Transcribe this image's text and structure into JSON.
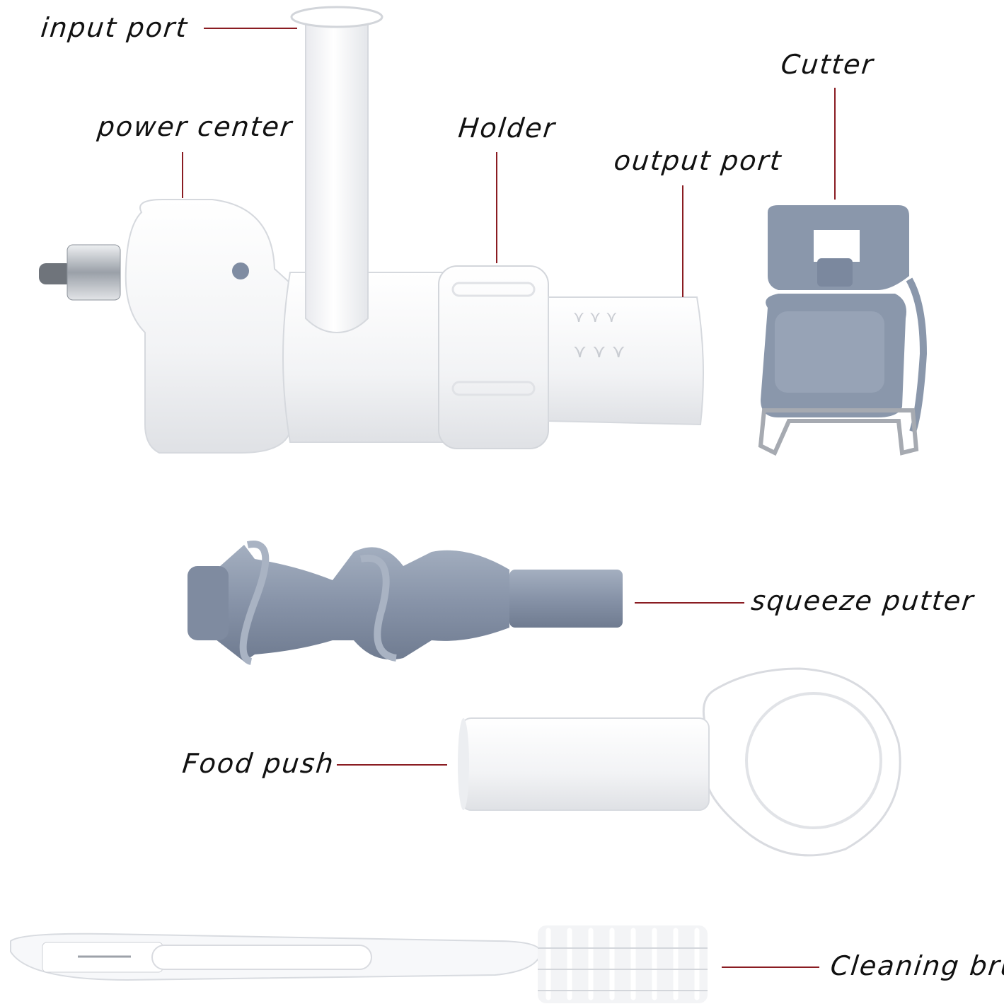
{
  "labels": {
    "input_port": "input port",
    "power_center": "power center",
    "holder": "Holder",
    "output_port": "output port",
    "cutter": "Cutter",
    "squeeze_putter": "squeeze putter",
    "food_push": "Food push",
    "cleaning_brush": "Cleaning bru"
  },
  "colors": {
    "leader_line": "#8a1c22",
    "part_white": "#f4f4f6",
    "part_outline": "#d8dbe0",
    "part_gray_blue": "#8a97ab",
    "metal": "#c9ccd1",
    "text": "#111111"
  }
}
